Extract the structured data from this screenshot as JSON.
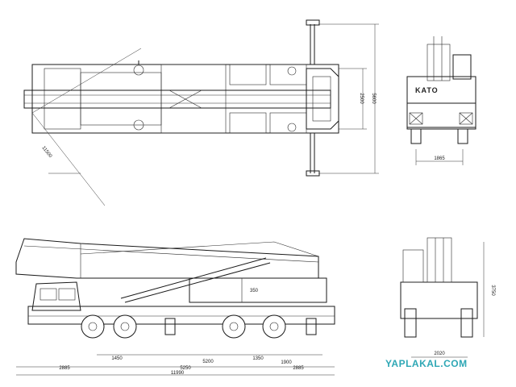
{
  "drawing": {
    "brand_label": "KATO",
    "watermark": "YAPLAKAL.COM",
    "top_view": {
      "radius": "11500",
      "width_outer": "5600",
      "width_inner": "2500"
    },
    "front_view": {
      "track": "1865"
    },
    "side_view": {
      "dims_row1": [
        "1450",
        "5200",
        "1350",
        "1900"
      ],
      "dim_mid": "5250",
      "dims_row2": [
        "2885",
        "2885"
      ],
      "overall_length": "11990",
      "boom_dim": "350"
    },
    "rear_view": {
      "height": "3750",
      "track": "2020"
    }
  }
}
